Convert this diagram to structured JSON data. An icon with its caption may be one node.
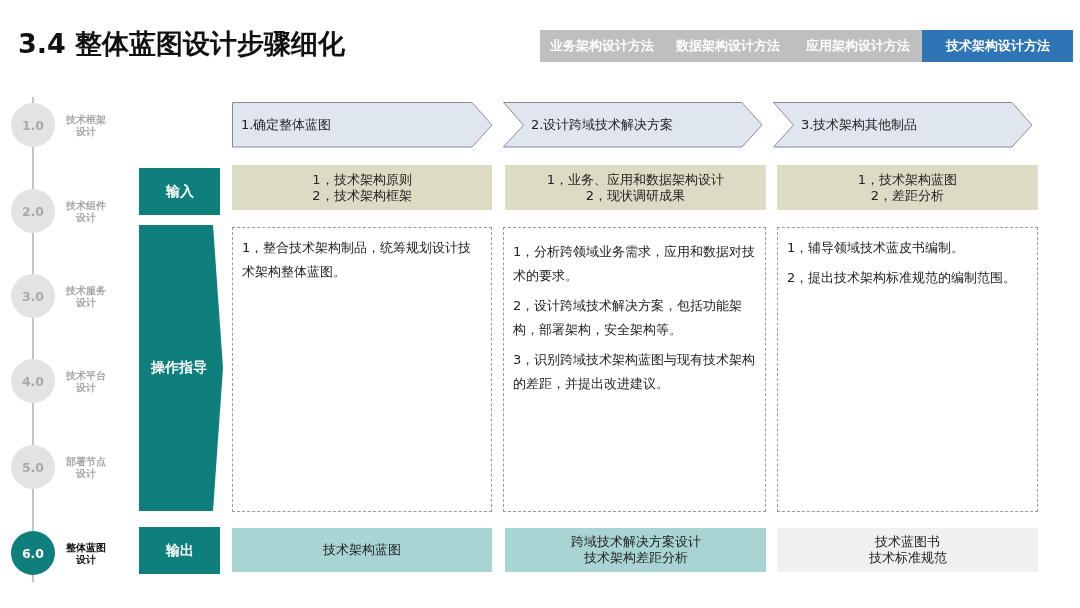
{
  "diagram": {
    "title": "3.4 整体蓝图设计步骤细化",
    "nodes": [
      {
        "text": [
          "业务架构设计方法"
        ]
      },
      {
        "text": [
          "数据架构设计方法"
        ]
      },
      {
        "text": [
          "应用架构设计方法"
        ]
      },
      {
        "text": [
          "技术架构设计方法"
        ]
      },
      {
        "text": [
          "1.0"
        ],
        "beside": [
          "技术框架设计"
        ]
      },
      {
        "text": [
          "2.0"
        ],
        "beside": [
          "技术组件设计"
        ]
      },
      {
        "text": [
          "3.0"
        ],
        "beside": [
          "技术服务设计"
        ]
      },
      {
        "text": [
          "4.0"
        ],
        "beside": [
          "技术平台设计"
        ]
      },
      {
        "text": [
          "5.0"
        ],
        "beside": [
          "部署节点设计"
        ]
      },
      {
        "text": [
          "6.0"
        ],
        "beside": [
          "整体蓝图设计"
        ]
      },
      {
        "text": [
          "输入"
        ]
      },
      {
        "text": [
          "操作指导"
        ]
      },
      {
        "text": [
          "输出"
        ]
      },
      {
        "text": [
          "1.确定整体蓝图"
        ]
      },
      {
        "text": [
          "2.设计跨域技术解决方案"
        ]
      },
      {
        "text": [
          "3.技术架构其他制品"
        ]
      },
      {
        "text": [
          "1，技术架构原则",
          "2，技术架构框架"
        ]
      },
      {
        "text": [
          "1，业务、应用和数据架构设计",
          "2，现状调研成果"
        ]
      },
      {
        "text": [
          "1，技术架构蓝图",
          "2，差距分析"
        ]
      },
      {
        "text": [
          "1，整合技术架构制品，统筹规划设计技术架构整体蓝图。"
        ]
      },
      {
        "text": [
          "1，分析跨领域业务需求，应用和数据对技术的要求。",
          "2，设计跨域技术解决方案，包括功能架构，部署架构，安全架构等。",
          "3，识别跨域技术架构蓝图与现有技术架构的差距，并提出改进建议。"
        ]
      },
      {
        "text": [
          "1，辅导领域技术蓝皮书编制。",
          "2，提出技术架构标准规范的编制范围。"
        ]
      },
      {
        "text": [
          "技术架构蓝图"
        ]
      },
      {
        "text": [
          "跨域技术解决方案设计",
          "技术架构差距分析"
        ]
      },
      {
        "text": [
          "技术蓝图书",
          "技术标准规范"
        ]
      }
    ],
    "edges": [
      {
        "from": 4,
        "to": 5,
        "arrow": "none"
      },
      {
        "from": 5,
        "to": 6,
        "arrow": "none"
      },
      {
        "from": 6,
        "to": 7,
        "arrow": "none"
      },
      {
        "from": 7,
        "to": 8,
        "arrow": "none"
      },
      {
        "from": 8,
        "to": 9,
        "arrow": "none"
      }
    ]
  }
}
